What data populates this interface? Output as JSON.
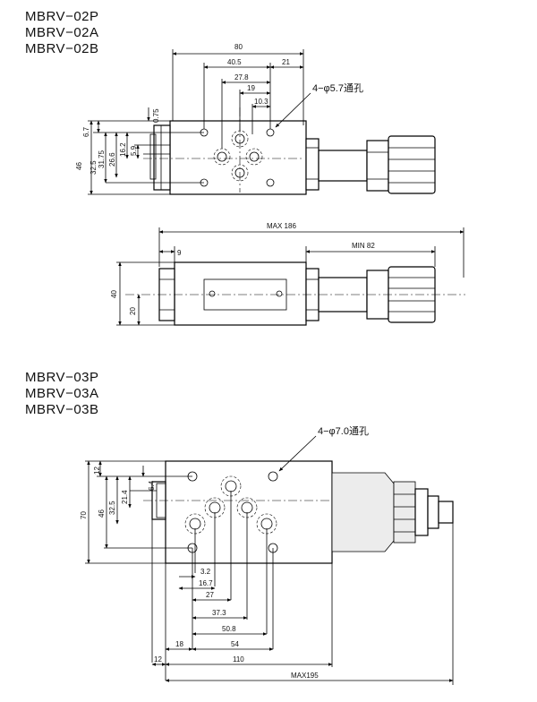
{
  "diagram1": {
    "models": [
      "MBRV−02P",
      "MBRV−02A",
      "MBRV−02B"
    ],
    "hole_note": "4−φ5.7通孔",
    "top_dims": [
      "80",
      "40.5",
      "21",
      "27.8",
      "19",
      "10.3"
    ],
    "left_dims": [
      "0.75",
      "6.7",
      "16.2",
      "5.9",
      "31.75",
      "26.6",
      "32.5",
      "46"
    ]
  },
  "diagram2": {
    "max_label": "MAX 186",
    "min_label": "MIN 82",
    "dim_9": "9",
    "dim_40": "40",
    "dim_20": "20"
  },
  "diagram3": {
    "models": [
      "MBRV−03P",
      "MBRV−03A",
      "MBRV−03B"
    ],
    "hole_note": "4−φ7.0通孔",
    "left_dims": [
      "12",
      "6.4",
      "21.4",
      "32.5",
      "46",
      "70"
    ],
    "bottom_dims": [
      "3.2",
      "16.7",
      "27",
      "37.3",
      "50.8",
      "54",
      "18",
      "12",
      "110",
      "MAX195"
    ]
  }
}
